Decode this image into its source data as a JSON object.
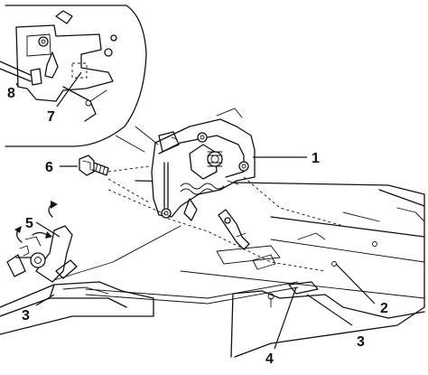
{
  "callouts": {
    "c1": "1",
    "c2": "2",
    "c3_left": "3",
    "c3_right": "3",
    "c4": "4",
    "c5": "5",
    "c6": "6",
    "c7": "7",
    "c8": "8"
  }
}
